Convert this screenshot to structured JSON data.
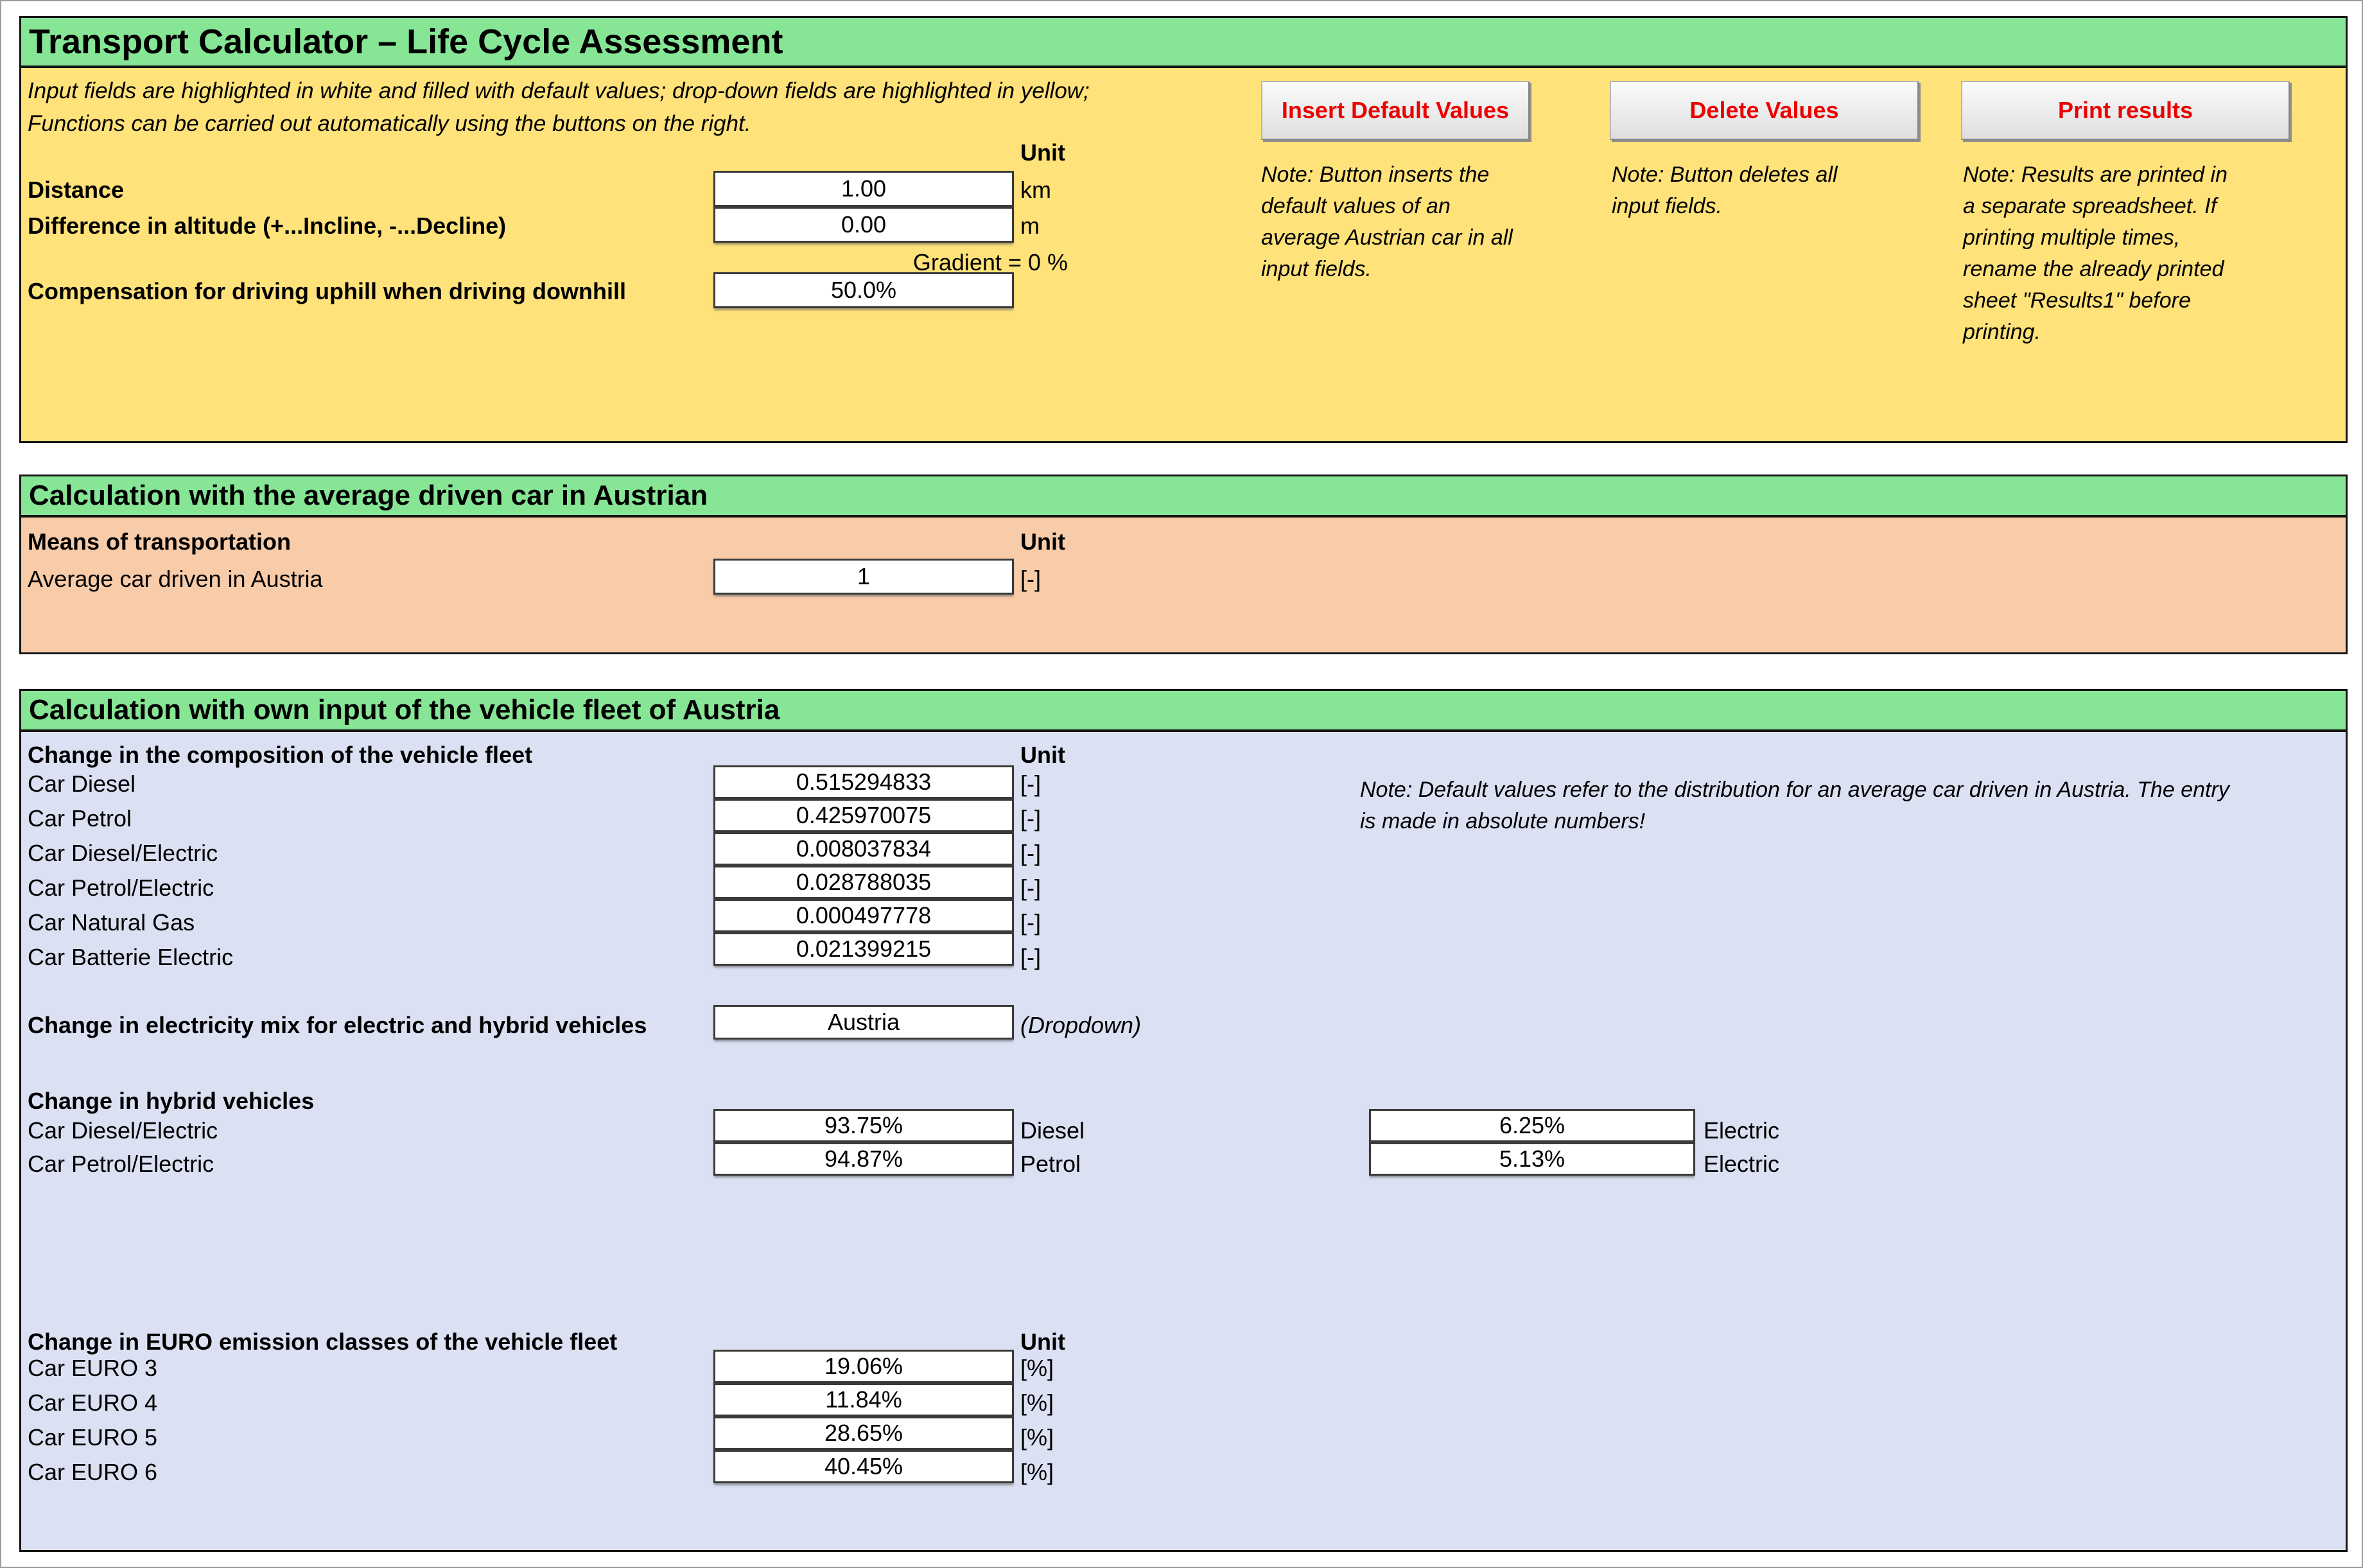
{
  "title": "Transport Calculator – Life Cycle Assessment",
  "intro": "Input fields are highlighted in white and filled with default values; drop-down fields are highlighted in yellow;\nFunctions can be carried out automatically using the buttons on the right.",
  "colors": {
    "header_green": "#87e696",
    "input_section_yellow": "#ffe27a",
    "average_section_salmon": "#f8cba9",
    "fleet_section_blue": "#dbe0f2",
    "button_text_red": "#ec0000"
  },
  "buttons": {
    "insert_default": "Insert Default Values",
    "delete_values": "Delete Values",
    "print_results": "Print results",
    "insert_note": "Note: Button inserts the\ndefault values of an\naverage Austrian car in all\ninput fields.",
    "delete_note": "Note: Button deletes all\ninput fields.",
    "print_note": "Note: Results are printed in\na separate spreadsheet. If\nprinting multiple times,\nrename the already printed\nsheet \"Results1\" before\nprinting."
  },
  "general": {
    "unit_header": "Unit",
    "rows": [
      {
        "label": "Distance",
        "value": "1.00",
        "unit": "km"
      },
      {
        "label": "Difference in altitude (+...Incline, -...Decline)",
        "value": "0.00",
        "unit": "m"
      }
    ],
    "gradient_text": "Gradient = 0 %",
    "compensation": {
      "label": "Compensation for driving uphill when driving downhill",
      "value": "50.0%"
    }
  },
  "section_average": {
    "header": "Calculation with the average driven car in Austrian",
    "col_header": "Means of transportation",
    "unit_header": "Unit",
    "row": {
      "label": "Average car driven in Austria",
      "value": "1",
      "unit": "[-]"
    }
  },
  "section_fleet": {
    "header": "Calculation with own input of the vehicle fleet of Austria",
    "composition": {
      "col_header": "Change in the composition of the vehicle fleet",
      "unit_header": "Unit",
      "note": "Note: Default values refer to the distribution for an average car driven in Austria. The entry\nis made in absolute numbers!",
      "rows": [
        {
          "label": "Car Diesel",
          "value": "0.515294833",
          "unit": "[-]"
        },
        {
          "label": "Car Petrol",
          "value": "0.425970075",
          "unit": "[-]"
        },
        {
          "label": "Car Diesel/Electric",
          "value": "0.008037834",
          "unit": "[-]"
        },
        {
          "label": "Car Petrol/Electric",
          "value": "0.028788035",
          "unit": "[-]"
        },
        {
          "label": "Car Natural Gas",
          "value": "0.000497778",
          "unit": "[-]"
        },
        {
          "label": "Car Batterie Electric",
          "value": "0.021399215",
          "unit": "[-]"
        }
      ]
    },
    "electricity_mix": {
      "label": "Change in electricity mix for electric and hybrid vehicles",
      "value": "Austria",
      "hint": "(Dropdown)"
    },
    "hybrid": {
      "col_header": "Change in hybrid vehicles",
      "rows": [
        {
          "label": "Car Diesel/Electric",
          "value1": "93.75%",
          "unit1": "Diesel",
          "value2": "6.25%",
          "unit2": "Electric"
        },
        {
          "label": "Car Petrol/Electric",
          "value1": "94.87%",
          "unit1": "Petrol",
          "value2": "5.13%",
          "unit2": "Electric"
        }
      ]
    },
    "euro": {
      "col_header": "Change in EURO emission classes of the vehicle fleet",
      "unit_header": "Unit",
      "rows": [
        {
          "label": "Car EURO 3",
          "value": "19.06%",
          "unit": "[%]"
        },
        {
          "label": "Car EURO 4",
          "value": "11.84%",
          "unit": "[%]"
        },
        {
          "label": "Car EURO 5",
          "value": "28.65%",
          "unit": "[%]"
        },
        {
          "label": "Car EURO 6",
          "value": "40.45%",
          "unit": "[%]"
        }
      ]
    }
  }
}
